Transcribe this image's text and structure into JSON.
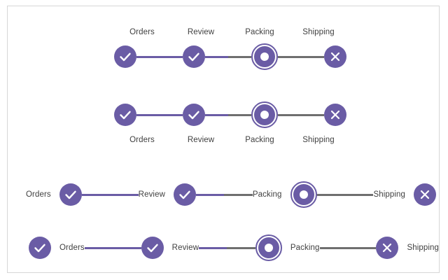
{
  "colors": {
    "accent": "#6a5ca5",
    "pending_line": "#6f6f6f",
    "label_text": "#3f3f3f",
    "card_border": "#d6d6d6",
    "card_background": "#ffffff",
    "icon_foreground": "#ffffff"
  },
  "steps": [
    {
      "label": "Orders",
      "state": "done",
      "icon": "check-icon"
    },
    {
      "label": "Review",
      "state": "done",
      "icon": "check-icon"
    },
    {
      "label": "Packing",
      "state": "active",
      "icon": "active-ring-icon"
    },
    {
      "label": "Shipping",
      "state": "error",
      "icon": "close-icon"
    }
  ],
  "connectors": [
    {
      "left": "complete",
      "right": "complete"
    },
    {
      "left": "complete",
      "right": "incomplete"
    },
    {
      "left": "incomplete",
      "right": "incomplete"
    }
  ],
  "variants": [
    {
      "id": "labels-above",
      "label_position": "above"
    },
    {
      "id": "labels-below",
      "label_position": "below"
    },
    {
      "id": "labels-leading",
      "label_position": "leading"
    },
    {
      "id": "labels-trailing",
      "label_position": "trailing"
    }
  ]
}
